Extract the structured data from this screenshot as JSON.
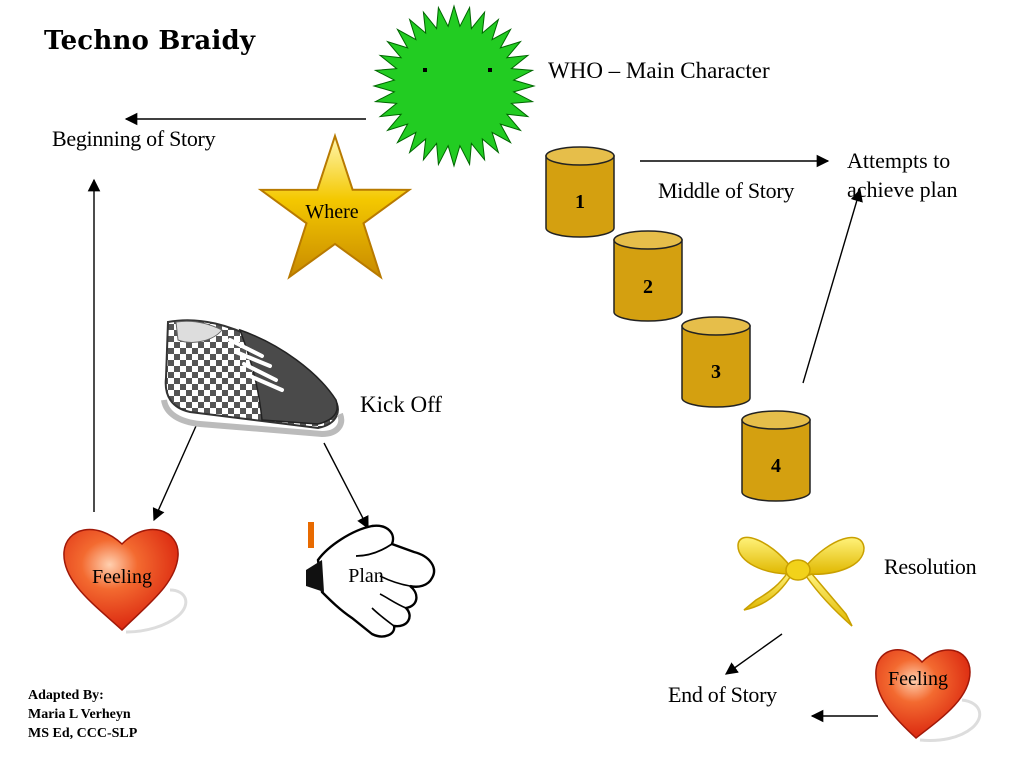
{
  "title": "Techno Braidy",
  "labels": {
    "who": "WHO – Main Character",
    "beginning": "Beginning of Story",
    "where": "Where",
    "middle": "Middle of Story",
    "attempts_line1": "Attempts to",
    "attempts_line2": "achieve plan",
    "kick_off": "Kick Off",
    "feeling_left": "Feeling",
    "plan": "Plan",
    "resolution": "Resolution",
    "feeling_right": "Feeling",
    "end": "End of Story"
  },
  "cylinders": [
    "1",
    "2",
    "3",
    "4"
  ],
  "credit": {
    "line1": "Adapted By:",
    "line2": "Maria L Verheyn",
    "line3": "MS Ed, CCC-SLP"
  },
  "colors": {
    "sunburst": "#22cc22",
    "star": "#e8b800",
    "cylinder": "#d4a010",
    "heart": "#e83010",
    "bow": "#f2d21a"
  },
  "icons": [
    "sunburst-icon",
    "star-icon",
    "shoe-icon",
    "heart-icon",
    "hand-icon",
    "cylinder-icon",
    "bow-icon"
  ]
}
